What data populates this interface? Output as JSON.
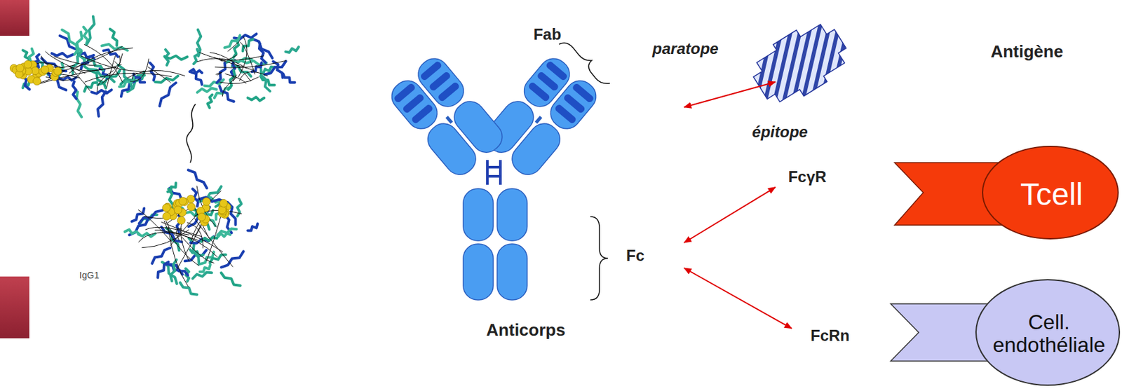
{
  "diagram": {
    "nodes": [
      {
        "text": [
          "Anticorps"
        ]
      },
      {
        "text": [
          "Antigène"
        ]
      },
      {
        "text": [
          "FcγR"
        ]
      },
      {
        "text": [
          "Tcell"
        ]
      },
      {
        "text": [
          "FcRn"
        ]
      },
      {
        "text": [
          "Cell. endothéliale"
        ]
      }
    ],
    "edges": [
      {
        "from": 0,
        "to": 1,
        "arrow": "both"
      },
      {
        "from": 0,
        "to": 2,
        "arrow": "both"
      },
      {
        "from": 0,
        "to": 4,
        "arrow": "both"
      }
    ],
    "labels": [
      "IgG1",
      "Fab",
      "paratope",
      "épitope",
      "Fc"
    ]
  }
}
